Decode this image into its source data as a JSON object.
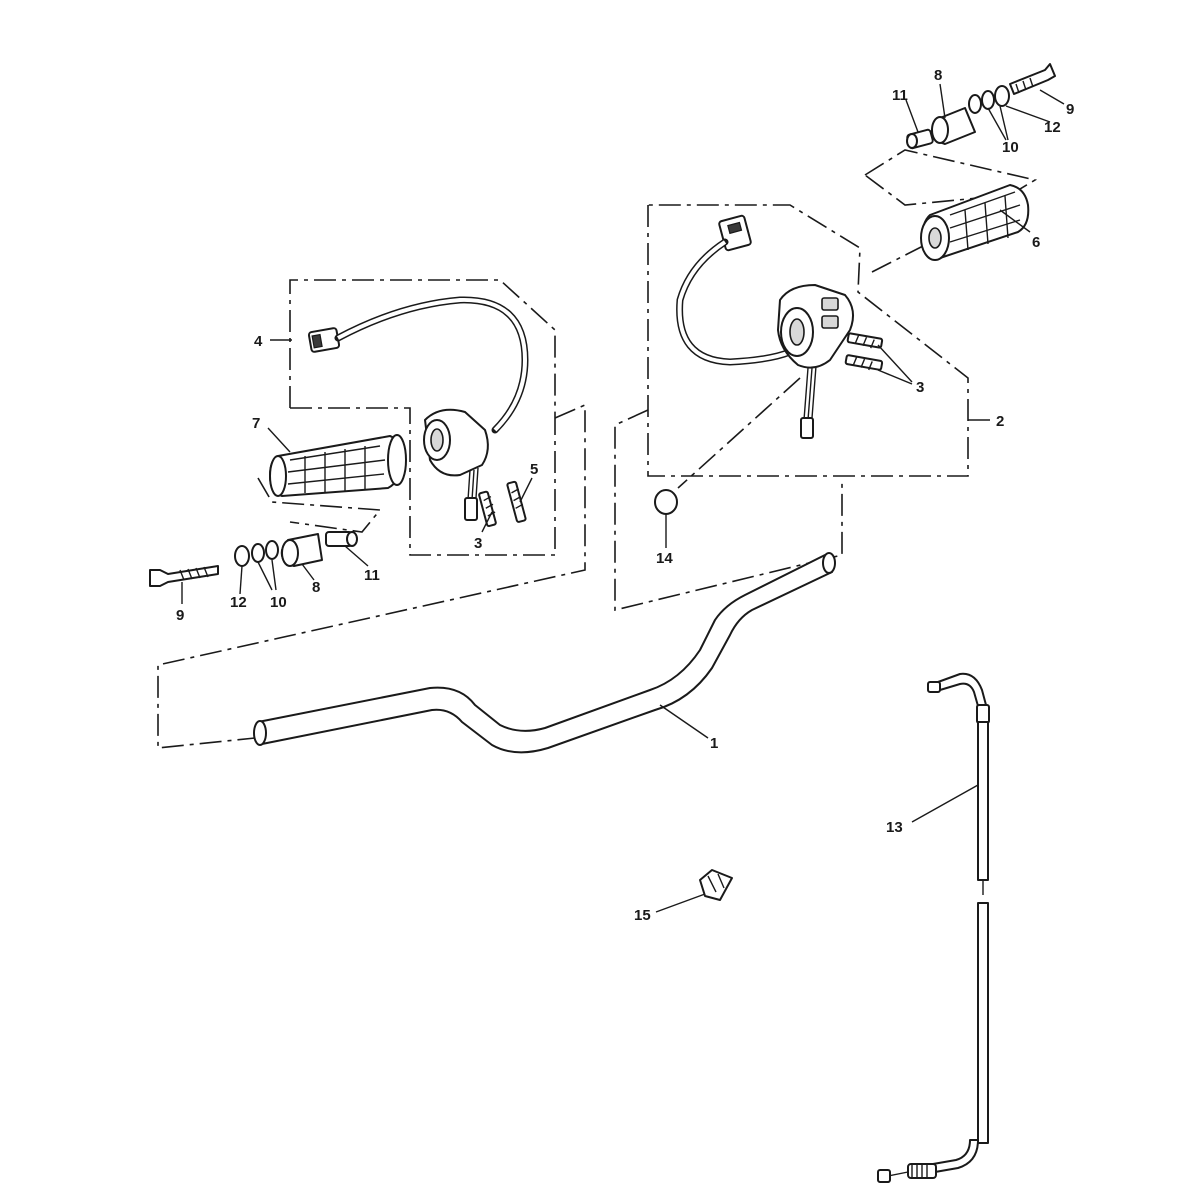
{
  "diagram": {
    "callouts": {
      "c1": "1",
      "c2": "2",
      "c3a": "3",
      "c3b": "3",
      "c4": "4",
      "c5": "5",
      "c6": "6",
      "c7": "7",
      "c8a": "8",
      "c8b": "8",
      "c9a": "9",
      "c9b": "9",
      "c10a": "10",
      "c10b": "10",
      "c11a": "11",
      "c11b": "11",
      "c12a": "12",
      "c12b": "12",
      "c13": "13",
      "c14": "14",
      "c15": "15"
    },
    "colors": {
      "line": "#1a1a1a",
      "background": "#ffffff"
    }
  }
}
